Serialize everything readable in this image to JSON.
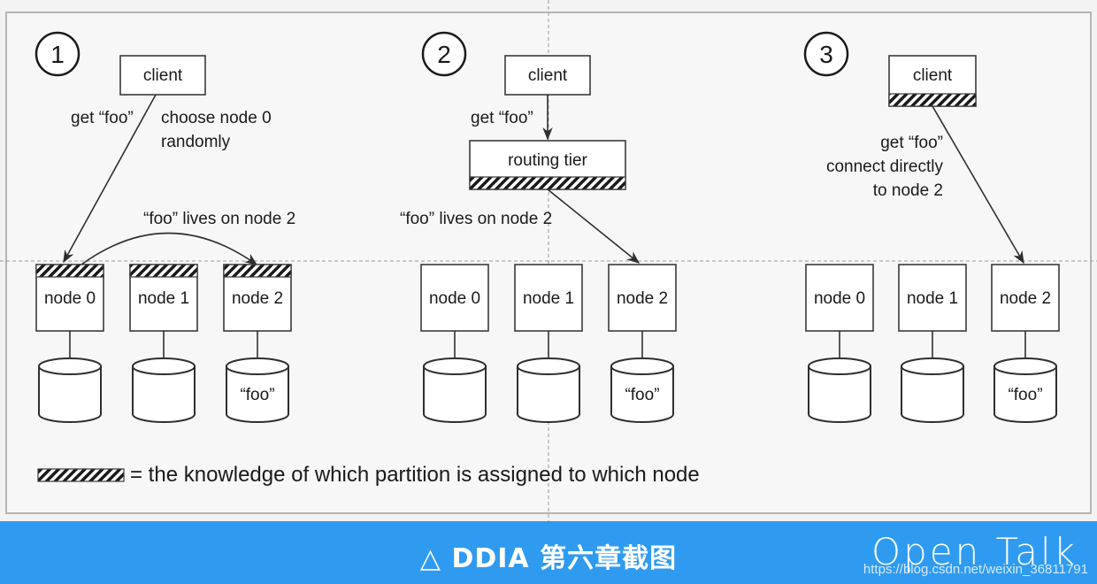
{
  "panels": [
    {
      "number": "1",
      "client_label": "client",
      "request_label": "get “foo”",
      "choose_label_line1": "choose node 0",
      "choose_label_line2": "randomly",
      "forward_label": "“foo” lives on node 2",
      "nodes": [
        "node 0",
        "node 1",
        "node 2"
      ],
      "disk_value": "“foo”"
    },
    {
      "number": "2",
      "client_label": "client",
      "request_label": "get “foo”",
      "routing_label": "routing tier",
      "forward_label": "“foo” lives on node 2",
      "nodes": [
        "node 0",
        "node 1",
        "node 2"
      ],
      "disk_value": "“foo”"
    },
    {
      "number": "3",
      "client_label": "client",
      "request_label": "get “foo”",
      "connect_line1": "connect directly",
      "connect_line2": "to node 2",
      "nodes": [
        "node 0",
        "node 1",
        "node 2"
      ],
      "disk_value": "“foo”"
    }
  ],
  "legend": {
    "text": "= the knowledge of which partition is assigned to which node"
  },
  "banner": {
    "title": "△ DDIA 第六章截图",
    "logo": "Open Talk",
    "url": "https://blog.csdn.net/weixin_36811791"
  },
  "colors": {
    "banner_bg": "#2f9bf0",
    "background": "#f3f3f3"
  }
}
